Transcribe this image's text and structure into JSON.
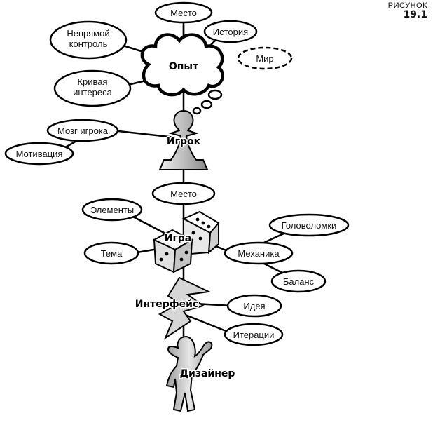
{
  "caption": {
    "word": "РИСУНОК",
    "number": "19.1"
  },
  "hubs": {
    "experience": "Опыт",
    "player": "Игрок",
    "game": "Игра",
    "interface": "Интерфейс",
    "designer": "Дизайнер"
  },
  "nodes": {
    "place_top": "Место",
    "indirect_control": "Непрямой\nконтроль",
    "story": "История",
    "world": "Мир",
    "interest_curve": "Кривая\nинтереса",
    "player_brain": "Мозг игрока",
    "motivation": "Мотивация",
    "place_game": "Место",
    "elements": "Элементы",
    "puzzles": "Головоломки",
    "theme": "Тема",
    "mechanics": "Механика",
    "balance": "Баланс",
    "idea": "Идея",
    "iterations": "Итерации"
  },
  "colors": {
    "fill": "#d9d9d9",
    "stroke": "#000000",
    "background": "#ffffff"
  }
}
